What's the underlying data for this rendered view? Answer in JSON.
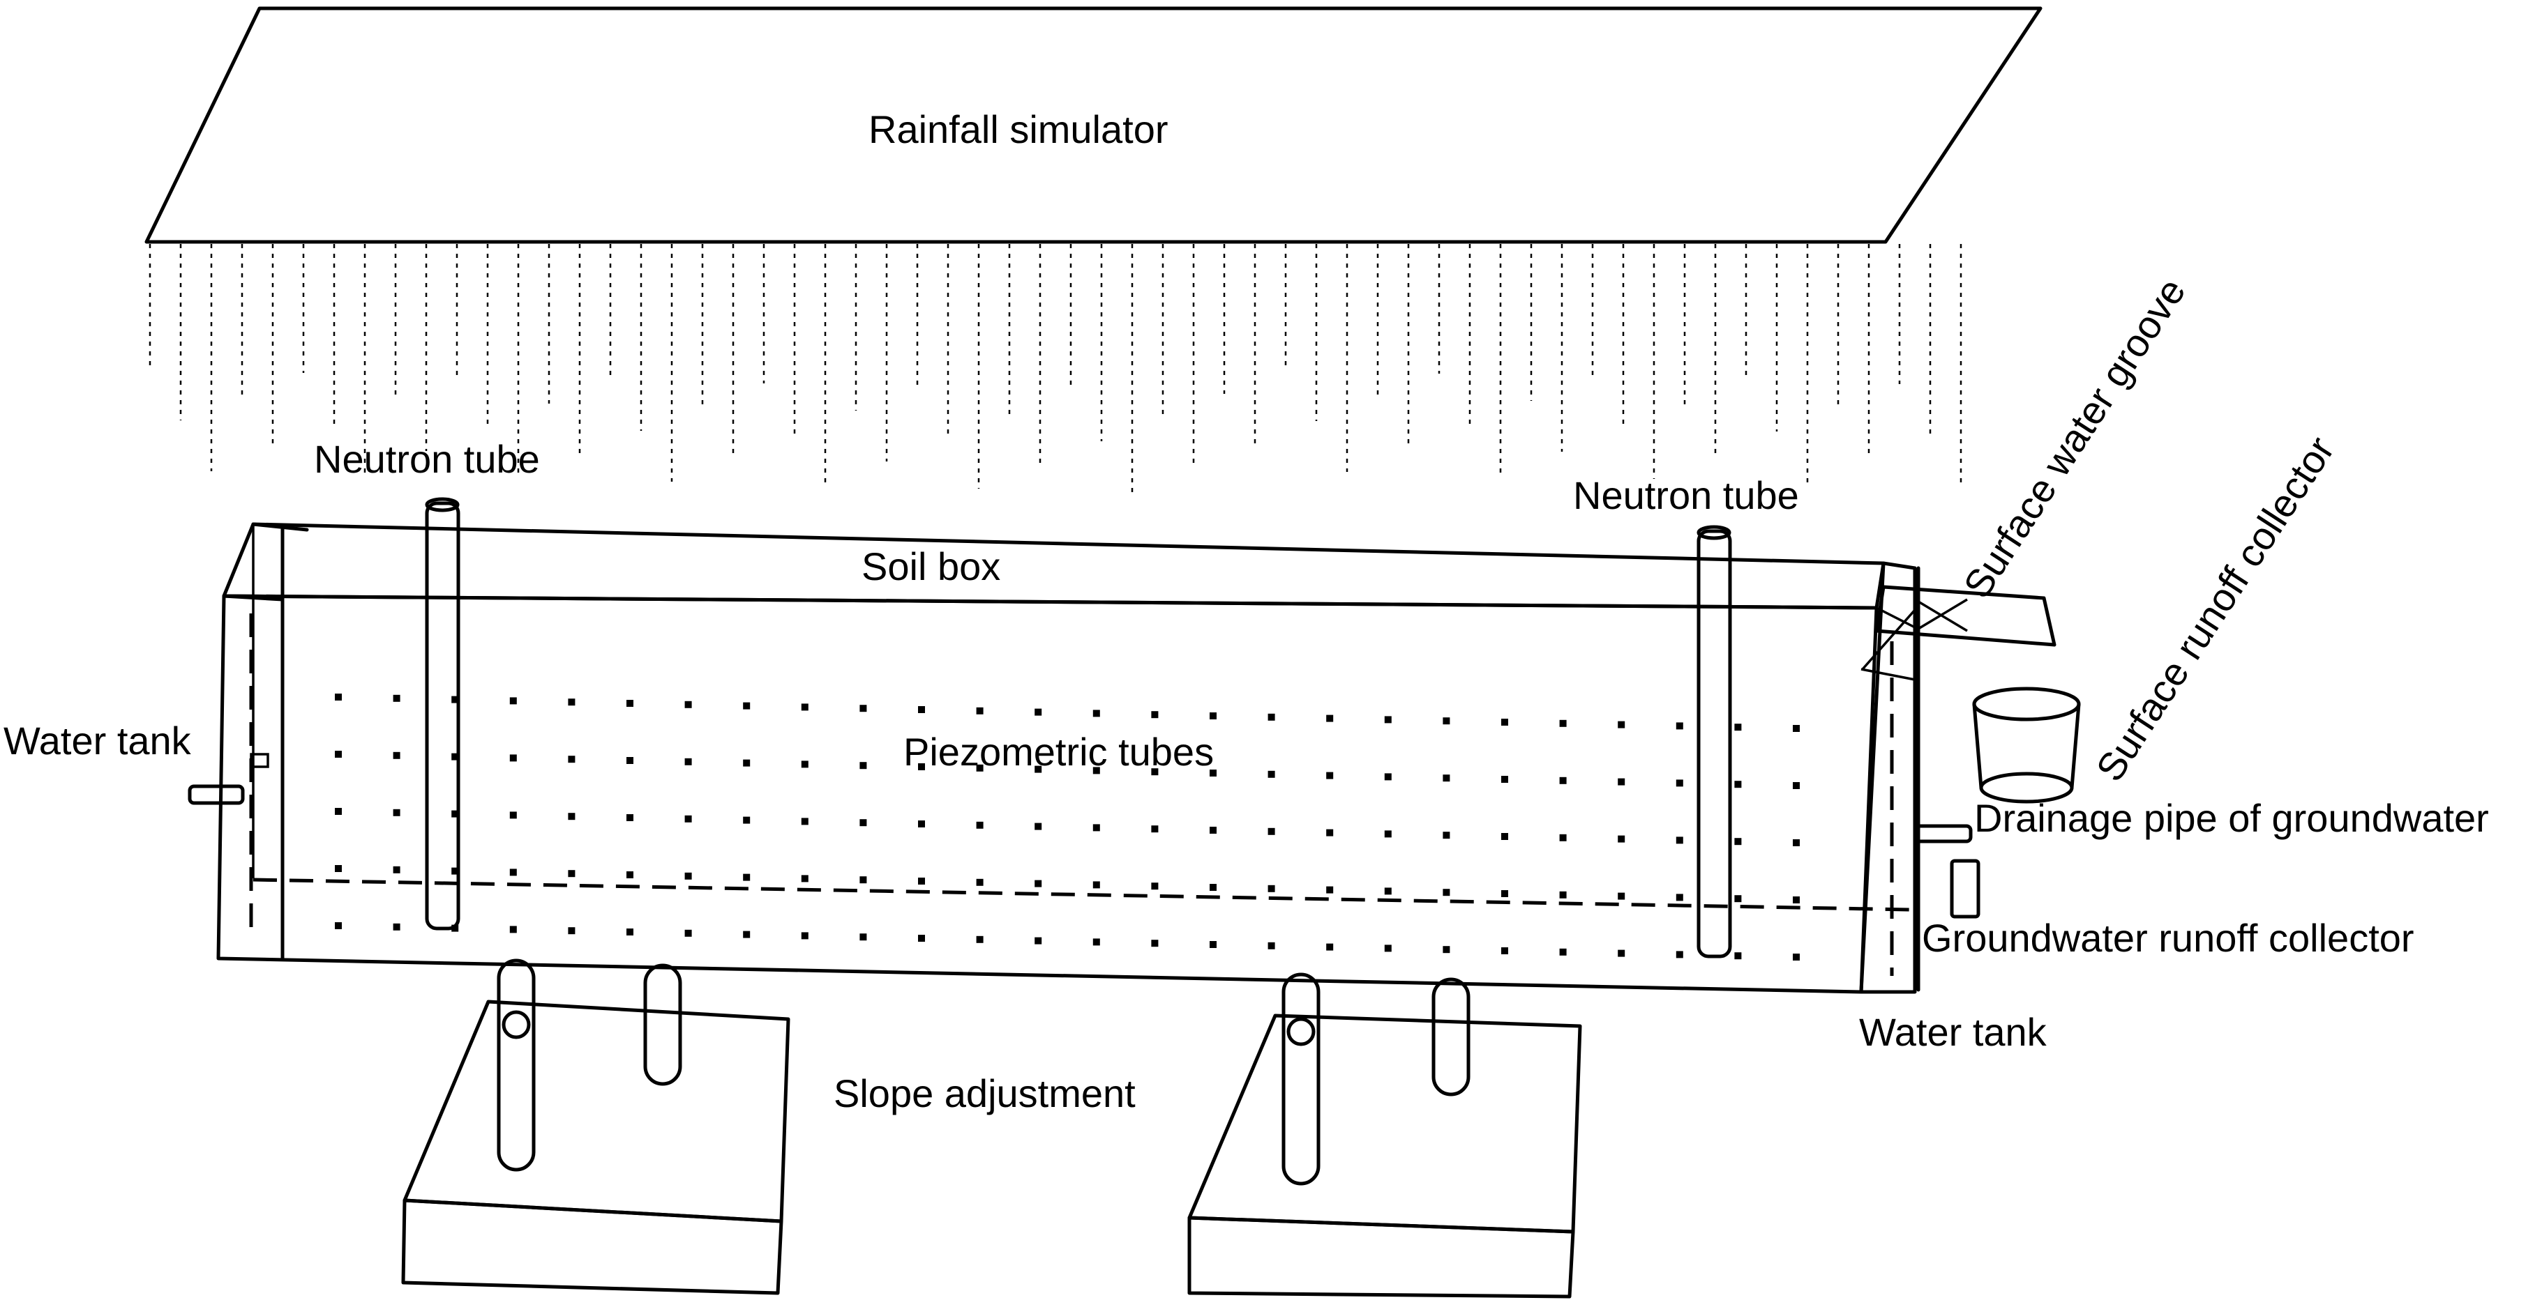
{
  "labels": {
    "rainfall_simulator": "Rainfall simulator",
    "neutron_tube_left": "Neutron tube",
    "neutron_tube_right": "Neutron tube",
    "soil_box": "Soil box",
    "water_tank_left": "Water tank",
    "piezometric_tubes": "Piezometric tubes",
    "surface_water_groove": "Surface water groove",
    "surface_runoff_collector": "Surface runoff collector",
    "drainage_pipe": "Drainage pipe of groundwater",
    "groundwater_runoff_collector": "Groundwater runoff collector",
    "water_tank_right": "Water tank",
    "slope_adjustment": "Slope adjustment"
  },
  "colors": {
    "stroke": "#000000",
    "background": "#ffffff"
  }
}
